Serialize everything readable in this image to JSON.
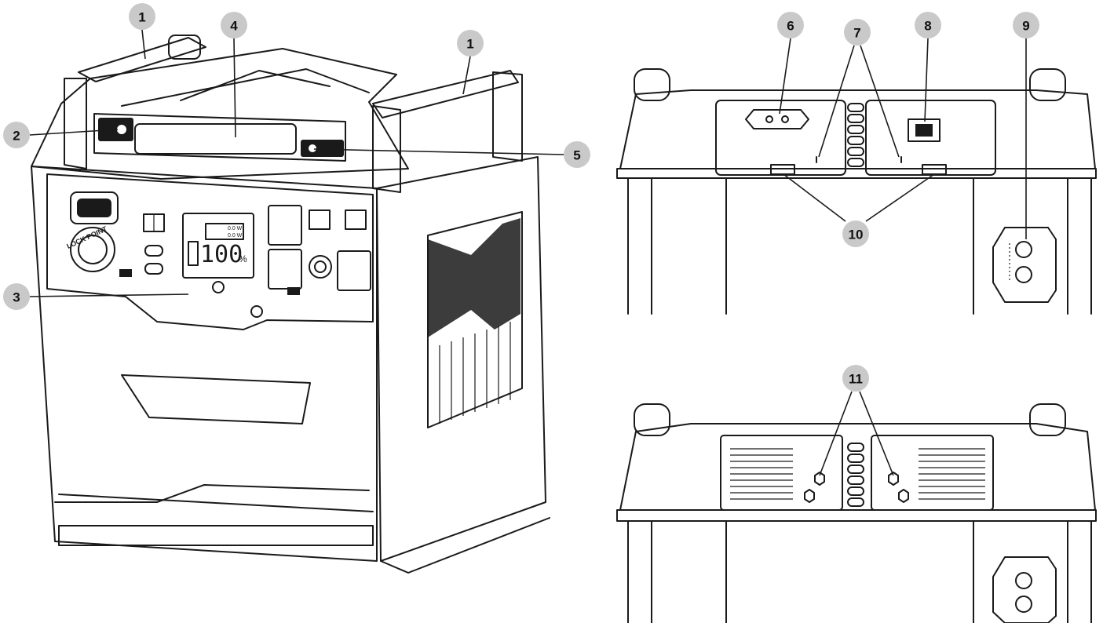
{
  "callouts": [
    {
      "label": "1"
    },
    {
      "label": "1"
    },
    {
      "label": "2"
    },
    {
      "label": "3"
    },
    {
      "label": "4"
    },
    {
      "label": "5"
    },
    {
      "label": "6"
    },
    {
      "label": "7"
    },
    {
      "label": "8"
    },
    {
      "label": "9"
    },
    {
      "label": "10"
    },
    {
      "label": "11"
    }
  ],
  "device": {
    "lock_label": "LOCK POINT",
    "display_percent": "100",
    "display_percent_unit": "%",
    "display_w1": "0.0 W",
    "display_w2": "0.0 W"
  },
  "colors": {
    "line": "#1a1a1a",
    "badge": "#c9c9c9"
  }
}
